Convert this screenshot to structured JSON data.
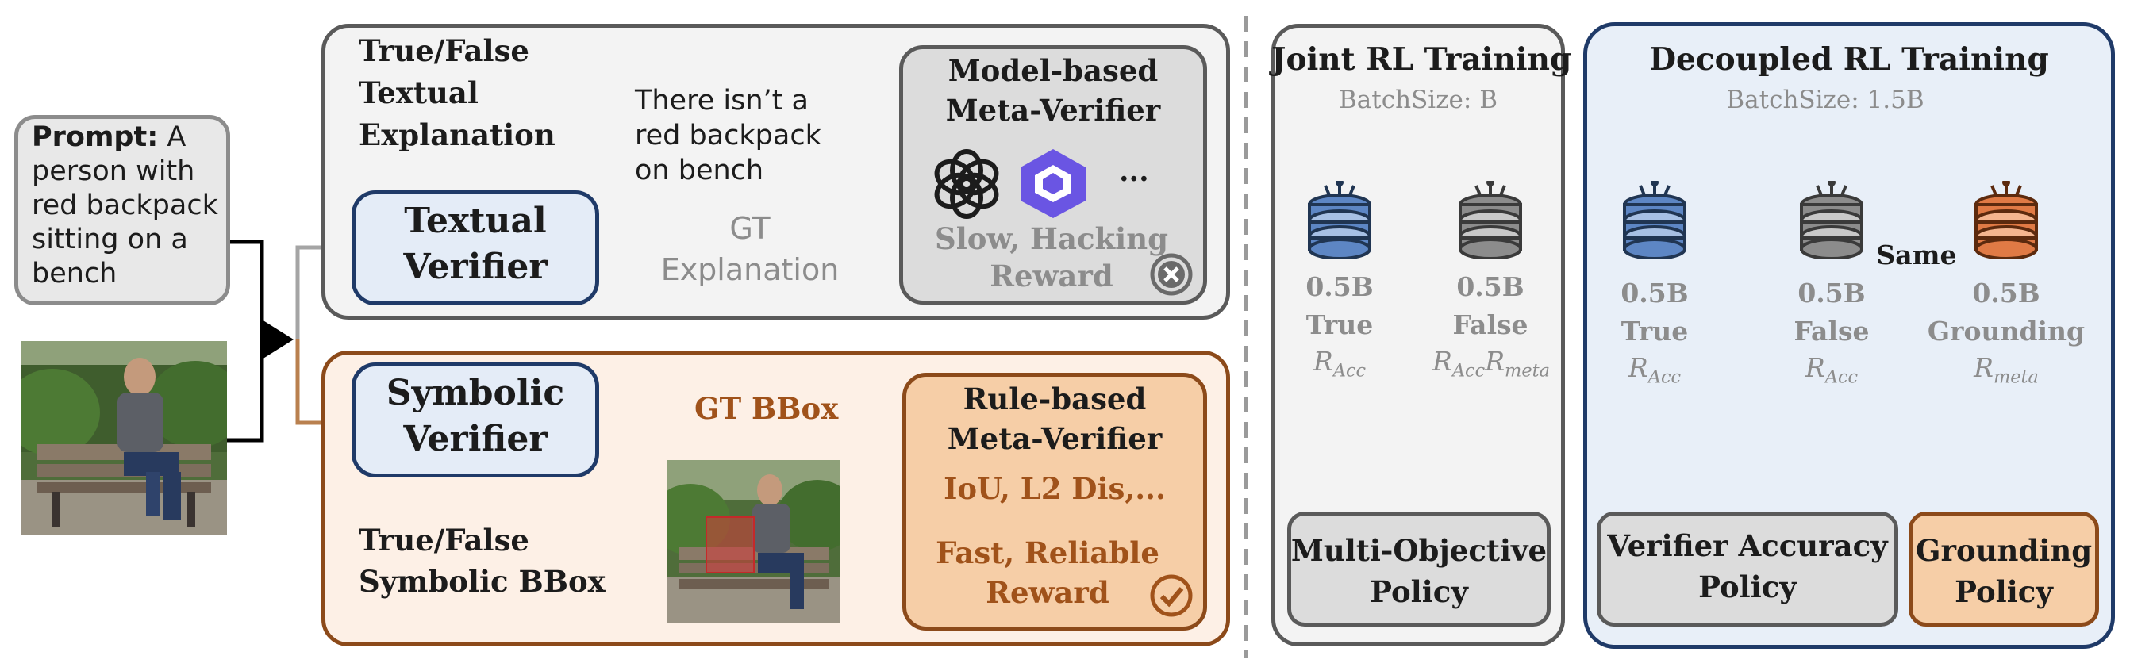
{
  "prompt": {
    "label": "Prompt:",
    "lines": [
      "A",
      "person with",
      "red backpack",
      "sitting on a",
      "bench"
    ]
  },
  "textual_panel": {
    "output_lines": [
      "True/False",
      "Textual",
      "Explanation"
    ],
    "verifier_lines": [
      "Textual",
      "Verifier"
    ],
    "model_text_lines": [
      "There isn’t a",
      "red backpack",
      "on bench"
    ],
    "gt_lines": [
      "GT",
      "Explanation"
    ],
    "meta_verifier_lines": [
      "Model-based",
      "Meta-Verifier"
    ],
    "more": "...",
    "reward_lines": [
      "Slow, Hacking",
      "Reward"
    ],
    "status_icon": "cross-circle-icon",
    "logos": [
      "openai-logo",
      "qwen-logo"
    ]
  },
  "symbolic_panel": {
    "verifier_lines": [
      "Symbolic",
      "Verifier"
    ],
    "output_lines": [
      "True/False",
      "Symbolic BBox"
    ],
    "gt_bbox": "GT BBox",
    "meta_verifier_lines": [
      "Rule-based",
      "Meta-Verifier"
    ],
    "metrics": "IoU, L2 Dis,...",
    "reward_lines": [
      "Fast, Reliable",
      "Reward"
    ],
    "status_icon": "check-circle-icon"
  },
  "joint_training": {
    "title": "Joint RL Training",
    "batch": "BatchSize: B",
    "models": [
      {
        "size": "0.5B",
        "label": "True",
        "rewards": [
          {
            "sym": "R",
            "sub": "Acc"
          }
        ]
      },
      {
        "size": "0.5B",
        "label": "False",
        "rewards": [
          {
            "sym": "R",
            "sub": "Acc"
          },
          {
            "sym": "R",
            "sub": "meta"
          }
        ]
      }
    ],
    "policy_lines": [
      "Multi-Objective",
      "Policy"
    ]
  },
  "decoupled_training": {
    "title": "Decoupled RL Training",
    "batch": "BatchSize: 1.5B",
    "same_label": "Same",
    "models": [
      {
        "size": "0.5B",
        "label": "True",
        "rewards": [
          {
            "sym": "R",
            "sub": "Acc"
          }
        ]
      },
      {
        "size": "0.5B",
        "label": "False",
        "rewards": [
          {
            "sym": "R",
            "sub": "Acc"
          }
        ]
      },
      {
        "size": "0.5B",
        "label": "Grounding",
        "rewards": [
          {
            "sym": "R",
            "sub": "meta"
          }
        ]
      }
    ],
    "policies": [
      {
        "lines": [
          "Verifier Accuracy",
          "Policy"
        ]
      },
      {
        "lines": [
          "Grounding",
          "Policy"
        ]
      }
    ]
  },
  "colors": {
    "textual_panel_bg": "#f3f3f3",
    "symbolic_panel_bg": "#fdf0e6",
    "decoupled_bg": "#e8eff8",
    "verifier_blue_border": "#1f3a68",
    "brown": "#9c4f1a",
    "orange_fill": "#f6cea7",
    "gray_text": "#8c8c8c",
    "db_blue": "#5d86c4",
    "db_gray": "#8c8c8c",
    "db_orange": "#e07a45"
  }
}
